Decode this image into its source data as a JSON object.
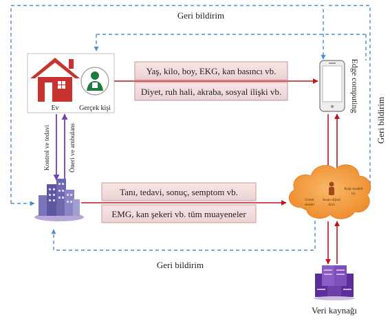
{
  "feedback": {
    "top": "Geri bildirim",
    "bottom": "Geri bildirim",
    "right": "Geri bildirim"
  },
  "home": {
    "house_label": "Ev",
    "person_label": "Gerçek kişi"
  },
  "vertical_links": {
    "down": "Kontrol ve tedavi",
    "up": "Öneri ve ambulans"
  },
  "top_flow": {
    "row1": "Yaş, kilo, boy, EKG, kan basıncı vb.",
    "row2": "Diyet, ruh hali, akraba, sosyal ilişki vb."
  },
  "bottom_flow": {
    "row1": "Tanı, tedavi, sonuç, semptom vb.",
    "row2": "EMG, kan şekeri vb. tüm muayeneler"
  },
  "edge": {
    "label": "Edge computing"
  },
  "cloud": {
    "left": [
      "Genel",
      "model"
    ],
    "center": [
      "İnsan dijital",
      "ikizi"
    ],
    "right": [
      "Kalp modeli",
      "vb."
    ]
  },
  "datasource": {
    "label": "Veri kaynağı"
  },
  "colors": {
    "feedback_dash": "#4a8fd0",
    "data_arrow": "#c0141c",
    "control_arrow": "#7b3fb5",
    "house": "#c8322f",
    "cloud": "#f39a3a",
    "box_fill": "#f2dede",
    "box_border": "#c08888",
    "server": "#6f3fa8"
  }
}
